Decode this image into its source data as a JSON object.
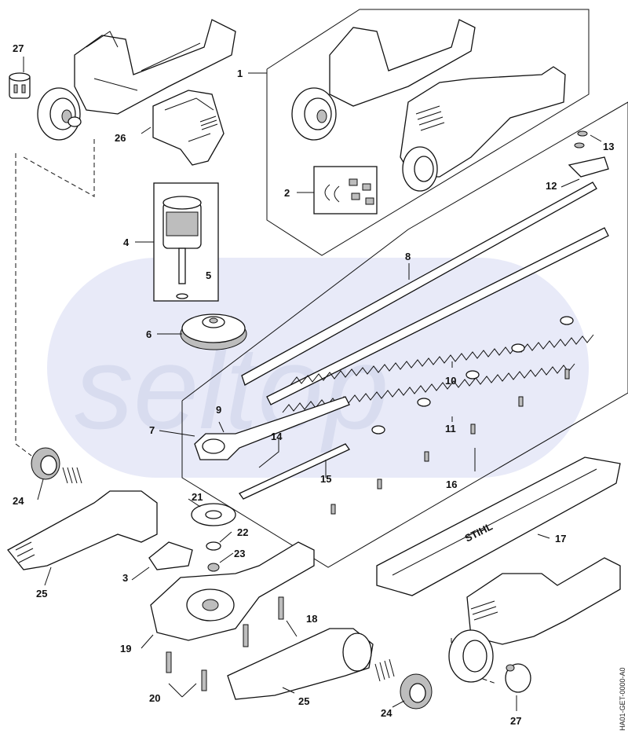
{
  "watermark": "seltop",
  "drawing_code": "HA01-GET-0000-A0",
  "callouts": {
    "n1": "1",
    "n2": "2",
    "n3": "3",
    "n4": "4",
    "n5": "5",
    "n6": "6",
    "n7": "7",
    "n8": "8",
    "n9": "9",
    "n10": "10",
    "n11": "11",
    "n12": "12",
    "n13": "13",
    "n14": "14",
    "n15": "15",
    "n16": "16",
    "n17": "17",
    "n18": "18",
    "n19": "19",
    "n20": "20",
    "n21": "21",
    "n22": "22",
    "n23": "23",
    "n24a": "24",
    "n24b": "24",
    "n25a": "25",
    "n25b": "25",
    "n26": "26",
    "n27a": "27",
    "n27b": "27"
  },
  "brand_text": "STIHL",
  "colors": {
    "watermark_band": "#e8eaf8",
    "line": "#111111"
  }
}
